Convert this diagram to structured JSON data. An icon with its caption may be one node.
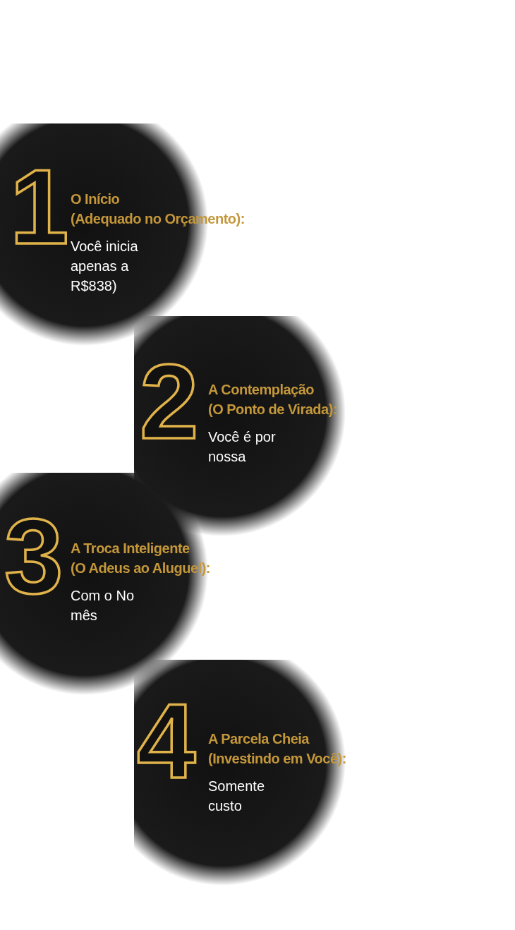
{
  "diagram": {
    "nodes": [
      {
        "text": [
          "1",
          "O Início (Adequado no Orçamento):",
          "Você inicia apenas a R$838)"
        ]
      },
      {
        "text": [
          "2",
          "A Contemplação (O Ponto de Virada):",
          "Você é por nossa"
        ]
      },
      {
        "text": [
          "3",
          "A Troca Inteligente (O Adeus ao Aluguel):",
          "Com o No mês"
        ]
      },
      {
        "text": [
          "4",
          "A Parcela Cheia (Investindo em Você):",
          "Somente custo"
        ]
      }
    ]
  }
}
